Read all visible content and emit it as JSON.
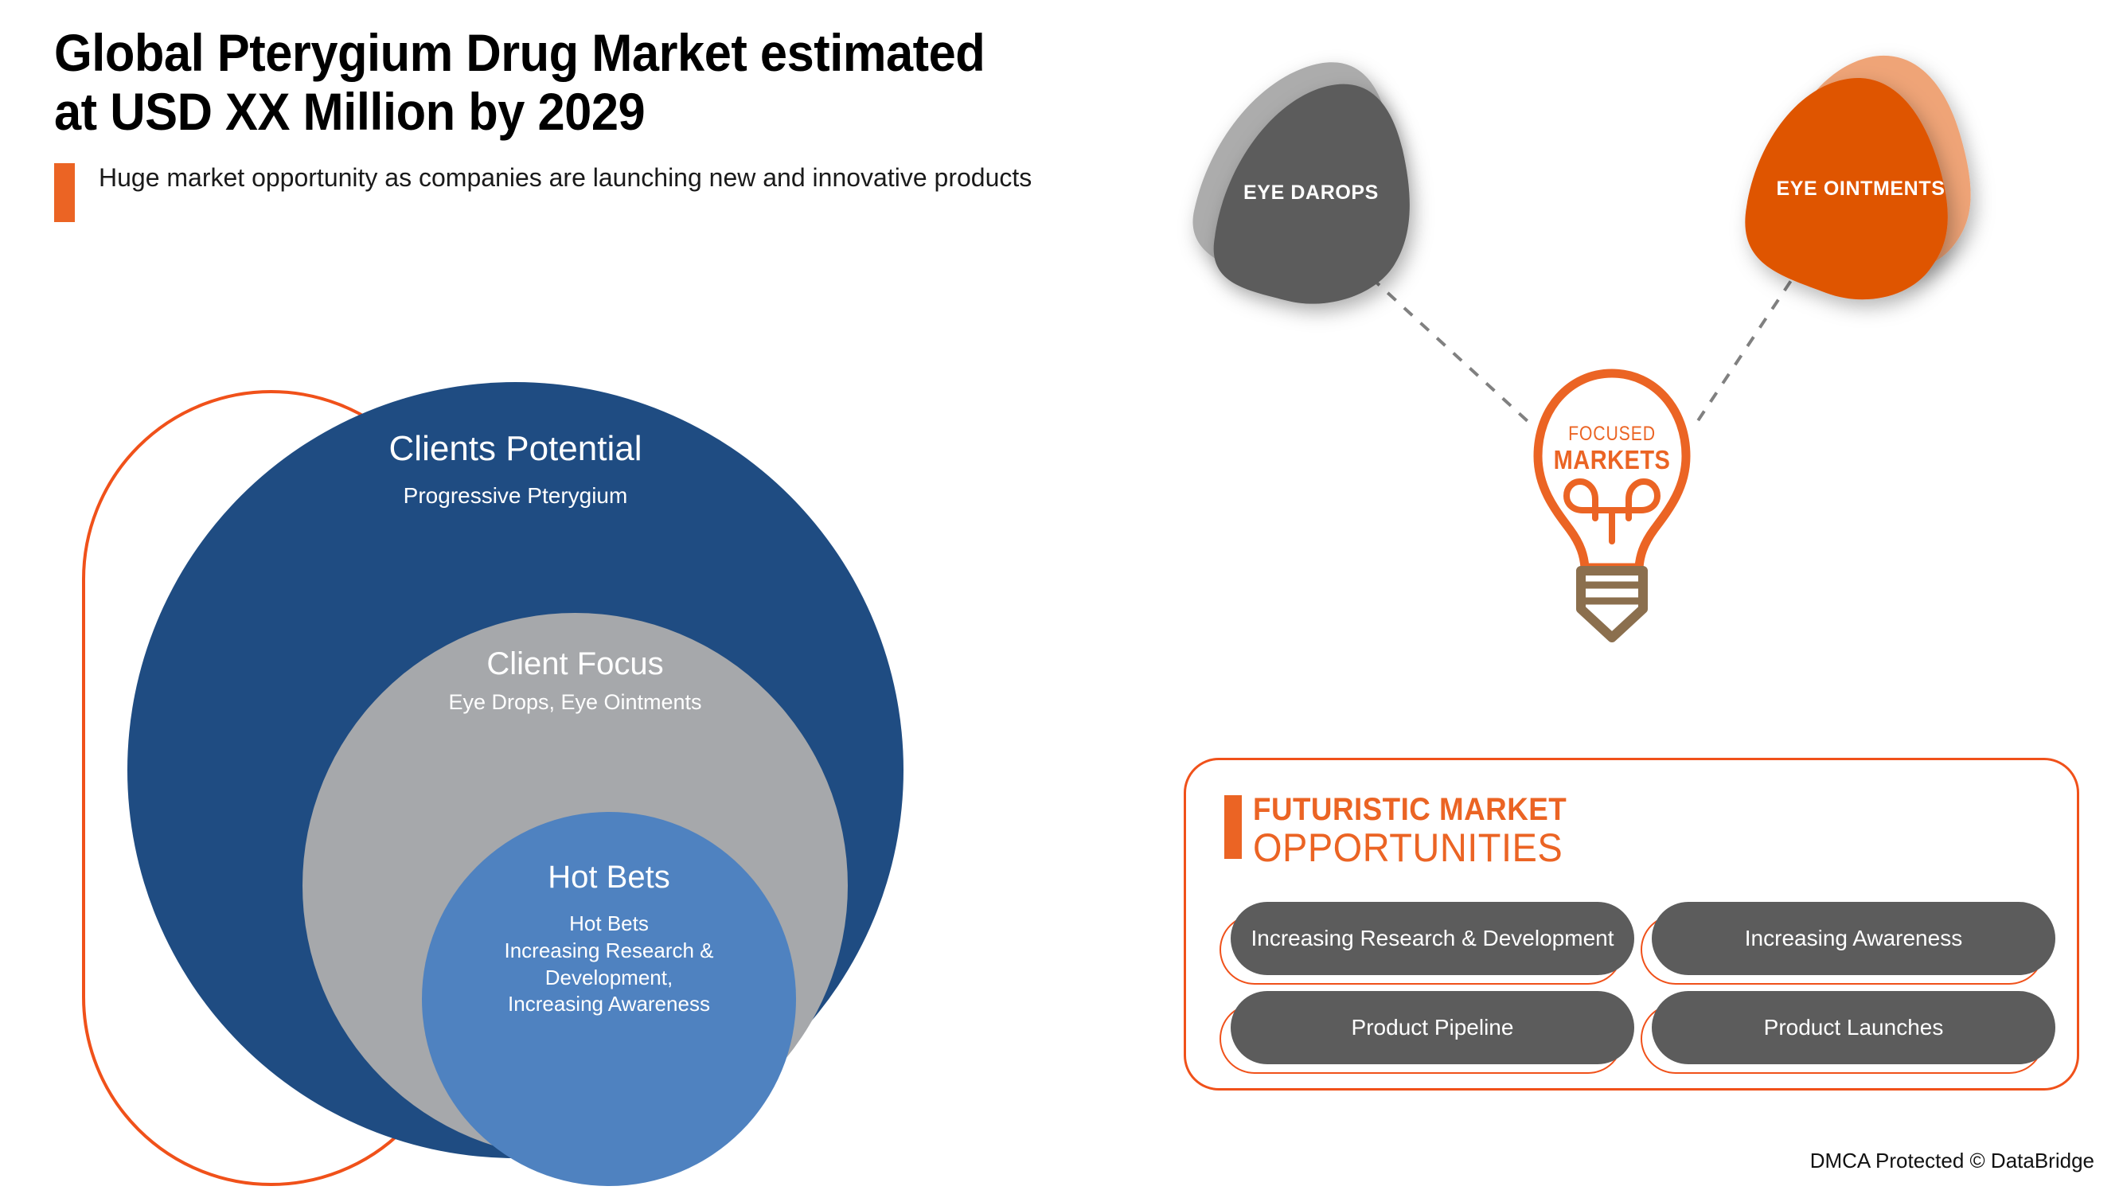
{
  "header": {
    "title": "Global Pterygium Drug Market estimated\nat USD XX Million by 2029",
    "subtitle": "Huge market opportunity as companies are launching new and innovative products"
  },
  "circles_diagram": {
    "name": "concentric-market-segmentation",
    "rings": [
      {
        "id": "clients-potential",
        "title": "Clients Potential",
        "subtitle": "Progressive Pterygium",
        "color": "#1F4C82"
      },
      {
        "id": "client-focus",
        "title": "Client Focus",
        "subtitle": "Eye Drops, Eye Ointments",
        "color": "#A6A8AB"
      },
      {
        "id": "hot-bets",
        "title": "Hot Bets",
        "subtitle": "Hot Bets\nIncreasing Research &\nDevelopment,\nIncreasing Awareness",
        "color": "#4F82C0"
      }
    ],
    "accent_outline_color": "#F0511A"
  },
  "focus_diagram": {
    "name": "focused-markets",
    "blobs": [
      {
        "id": "eye-drops",
        "label": "EYE DAROPS",
        "fill": "#5C5C5C",
        "shadow_fill": "#ACACAC"
      },
      {
        "id": "eye-ointments",
        "label": "EYE OINTMENTS",
        "fill": "#DF5505",
        "shadow_fill": "#EFA477"
      }
    ],
    "bulb": {
      "line1": "FOCUSED",
      "line2": "MARKETS",
      "outline_color": "#EB6424",
      "base_color": "#8B6F4E"
    },
    "connector_color": "#808080"
  },
  "opportunities_panel": {
    "title_line1": "FUTURISTIC MARKET",
    "title_line2": "OPPORTUNITIES",
    "accent_color": "#EB6424",
    "pill_color": "#5C5C5C",
    "items": [
      "Increasing Research & Development",
      "Increasing Awareness",
      "Product Pipeline",
      "Product Launches"
    ]
  },
  "footer": {
    "credit": "DMCA Protected © DataBridge"
  }
}
